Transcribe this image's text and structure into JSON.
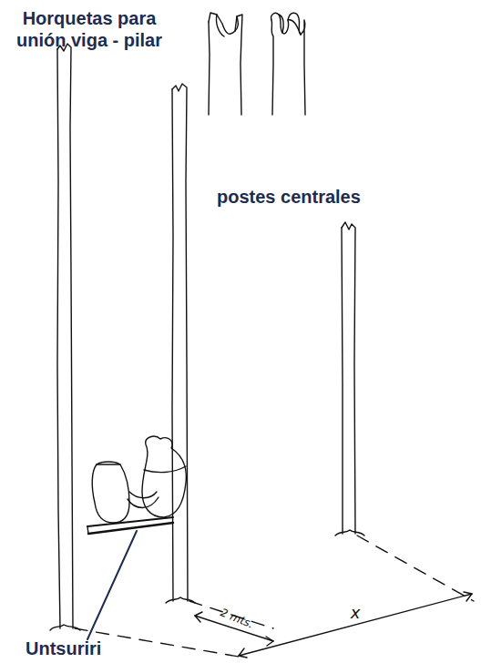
{
  "diagram": {
    "labels": [
      "Horquetas para unión viga - pilar",
      "postes centrales",
      "2 mts.",
      "x",
      "Untsuriri"
    ]
  }
}
